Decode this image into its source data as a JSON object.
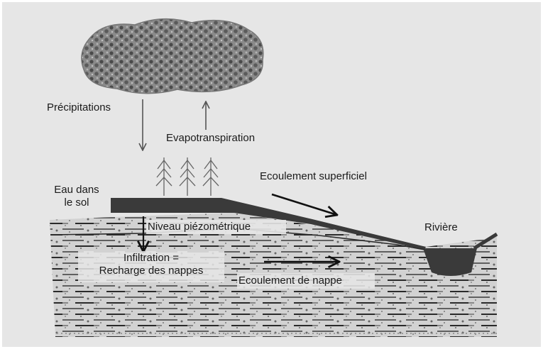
{
  "labels": {
    "precipitations": "Précipitations",
    "evapotranspiration": "Evapotranspiration",
    "eau_dans_line1": "Eau dans",
    "eau_dans_line2": "le sol",
    "ecoulement_superficiel": "Ecoulement superficiel",
    "riviere": "Rivière",
    "niveau_piezometrique": "Niveau piézométrique",
    "infiltration_line1": "Infiltration =",
    "infiltration_line2": "Recharge des nappes",
    "ecoulement_nappe": "Ecoulement de nappe"
  },
  "colors": {
    "background": "#e6e6e6",
    "frame": "#ffffff",
    "ground": "#3a3a3a",
    "ink": "#1a1a1a",
    "cloud": "#7a7a7a",
    "rock": "#8c8c8c"
  }
}
